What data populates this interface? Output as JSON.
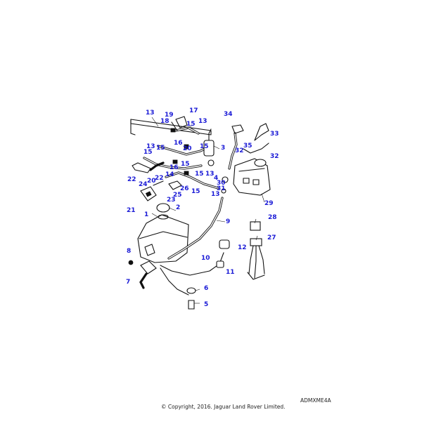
{
  "diagram": {
    "labels": [
      {
        "id": "1",
        "text": "1"
      },
      {
        "id": "2",
        "text": "2"
      },
      {
        "id": "3",
        "text": "3"
      },
      {
        "id": "4",
        "text": "4"
      },
      {
        "id": "5",
        "text": "5"
      },
      {
        "id": "6",
        "text": "6"
      },
      {
        "id": "7",
        "text": "7"
      },
      {
        "id": "8",
        "text": "8"
      },
      {
        "id": "9",
        "text": "9"
      },
      {
        "id": "10",
        "text": "10"
      },
      {
        "id": "11",
        "text": "11"
      },
      {
        "id": "12",
        "text": "12"
      },
      {
        "id": "13a",
        "text": "13"
      },
      {
        "id": "13b",
        "text": "13"
      },
      {
        "id": "13c",
        "text": "13"
      },
      {
        "id": "13d",
        "text": "13"
      },
      {
        "id": "13e",
        "text": "13"
      },
      {
        "id": "14",
        "text": "14"
      },
      {
        "id": "15a",
        "text": "15"
      },
      {
        "id": "15b",
        "text": "15"
      },
      {
        "id": "15c",
        "text": "15"
      },
      {
        "id": "15d",
        "text": "15"
      },
      {
        "id": "15e",
        "text": "15"
      },
      {
        "id": "15f",
        "text": "15"
      },
      {
        "id": "15g",
        "text": "15"
      },
      {
        "id": "16a",
        "text": "16"
      },
      {
        "id": "16b",
        "text": "16"
      },
      {
        "id": "17",
        "text": "17"
      },
      {
        "id": "18",
        "text": "18"
      },
      {
        "id": "19",
        "text": "19"
      },
      {
        "id": "20a",
        "text": "20"
      },
      {
        "id": "20b",
        "text": "20"
      },
      {
        "id": "21",
        "text": "21"
      },
      {
        "id": "22a",
        "text": "22"
      },
      {
        "id": "22b",
        "text": "22"
      },
      {
        "id": "23",
        "text": "23"
      },
      {
        "id": "24",
        "text": "24"
      },
      {
        "id": "25",
        "text": "25"
      },
      {
        "id": "26",
        "text": "26"
      },
      {
        "id": "27",
        "text": "27"
      },
      {
        "id": "28",
        "text": "28"
      },
      {
        "id": "29",
        "text": "29"
      },
      {
        "id": "30",
        "text": "30"
      },
      {
        "id": "31",
        "text": "31"
      },
      {
        "id": "32a",
        "text": "32"
      },
      {
        "id": "32b",
        "text": "32"
      },
      {
        "id": "33",
        "text": "33"
      },
      {
        "id": "34",
        "text": "34"
      },
      {
        "id": "35",
        "text": "35"
      }
    ],
    "reference_code": "ADMXME4A",
    "copyright": "© Copyright, 2016. Jaguar Land Rover Limited."
  },
  "colors": {
    "label": "#1a1ad6",
    "line": "#111111",
    "background": "#ffffff"
  }
}
